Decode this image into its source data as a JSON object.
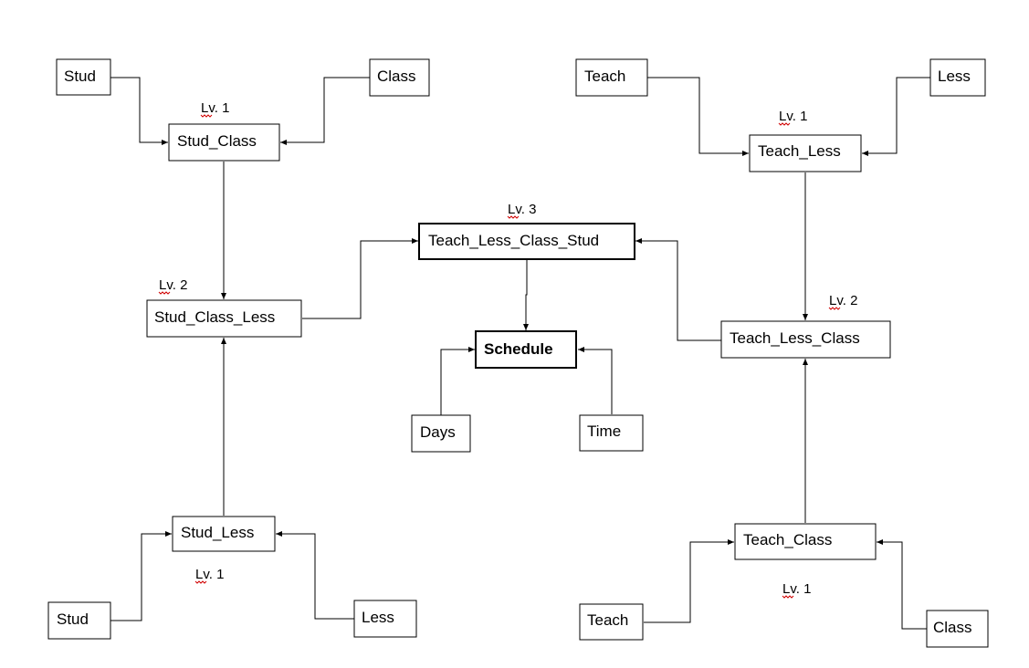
{
  "nodes": {
    "stud_1": "Stud",
    "class_1": "Class",
    "stud_class": "Stud_Class",
    "stud_class_less": "Stud_Class_Less",
    "stud_less": "Stud_Less",
    "stud_2": "Stud",
    "less_1": "Less",
    "teach_1": "Teach",
    "less_2": "Less",
    "teach_less": "Teach_Less",
    "teach_less_class": "Teach_Less_Class",
    "teach_class": "Teach_Class",
    "teach_2": "Teach",
    "class_2": "Class",
    "teach_less_class_stud": "Teach_Less_Class_Stud",
    "schedule": "Schedule",
    "days": "Days",
    "time": "Time"
  },
  "levels": {
    "stud_class": "Lv. 1",
    "stud_class_less": "Lv. 2",
    "stud_less": "Lv. 1",
    "teach_less": "Lv. 1",
    "teach_less_class": "Lv. 2",
    "teach_class": "Lv. 1",
    "teach_less_class_stud": "Lv. 3"
  }
}
